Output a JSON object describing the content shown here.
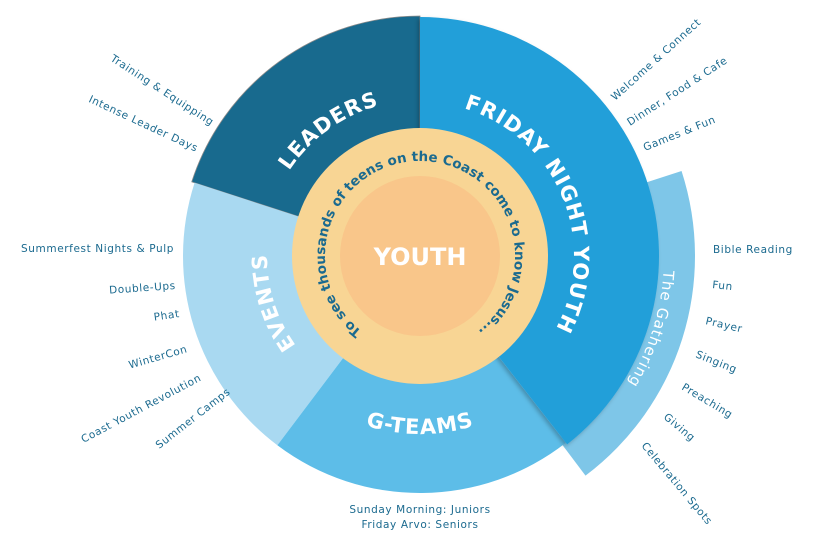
{
  "colors": {
    "leaders": "#186a8e",
    "friday": "#229fd9",
    "events": "#a9d9f1",
    "gteams": "#5dbde8",
    "gathering": "#7ec6e8",
    "mission_ring": "#f8d594",
    "core": "#f9c68a",
    "text": "#1b6a8f"
  },
  "core": {
    "label": "YOUTH"
  },
  "mission": "To see thousands of teens on the Coast come to know Jesus...",
  "segments": {
    "leaders": "LEADERS",
    "friday": "FRIDAY NIGHT YOUTH",
    "events": "EVENTS",
    "gteams": "G-TEAMS",
    "gathering": "The Gathering"
  },
  "labels": {
    "leaders": [
      "Training & Equipping",
      "Intense Leader Days"
    ],
    "events": [
      "Summerfest Nights & Pulp",
      "Double-Ups",
      "Phat",
      "WinterCon",
      "Coast Youth Revolution",
      "Summer Camps"
    ],
    "friday": [
      "Welcome & Connect",
      "Dinner, Food & Cafe",
      "Games & Fun"
    ],
    "gathering": [
      "Bible Reading",
      "Fun",
      "Prayer",
      "Singing",
      "Preaching",
      "Giving",
      "Celebration Spots"
    ],
    "gteams": [
      "Sunday Morning: Juniors",
      "Friday Arvo: Seniors"
    ]
  }
}
